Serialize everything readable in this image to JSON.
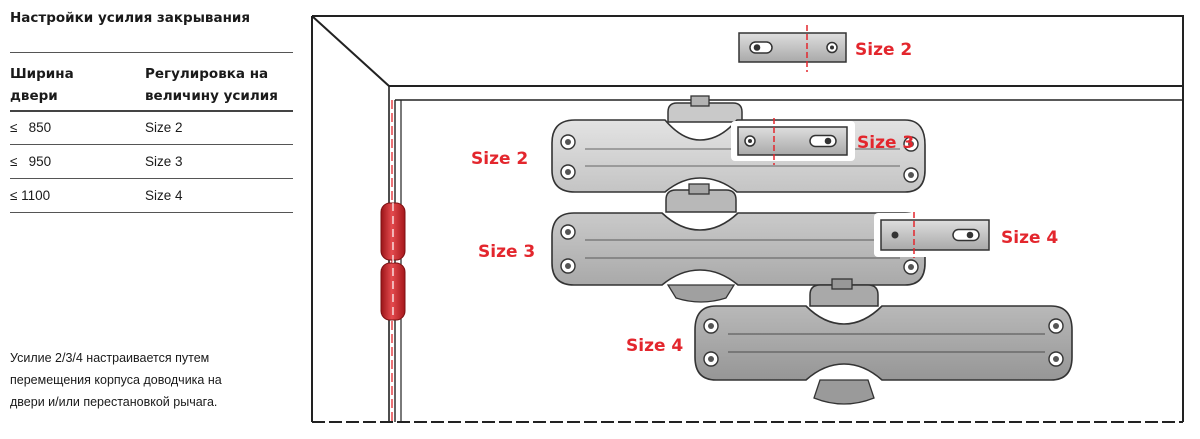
{
  "table": {
    "title": "Настройки усилия закрывания",
    "header": {
      "col1": [
        "Ширина",
        "двери"
      ],
      "col2": [
        "Регулировка на",
        "величину усилия"
      ]
    },
    "rows": [
      {
        "width": "≤   850",
        "force": "Size 2"
      },
      {
        "width": "≤   950",
        "force": "Size 3"
      },
      {
        "width": "≤ 1100",
        "force": "Size 4"
      }
    ]
  },
  "note": [
    "Усилие 2/3/4 настраивается путем",
    "перемещения корпуса доводчика на",
    "двери и/или перестановкой рычага."
  ],
  "diagram": {
    "plate_labels": [
      "Size 2",
      "Size 3",
      "Size 4"
    ],
    "body_labels": [
      "Size 2",
      "Size 3",
      "Size 4"
    ]
  },
  "colors": {
    "accent": "#e3262d",
    "hinge": "#d42a2f",
    "body_light": "#cfcfcf",
    "body_mid": "#b5b5b5",
    "body_dark": "#a4a4a4"
  }
}
